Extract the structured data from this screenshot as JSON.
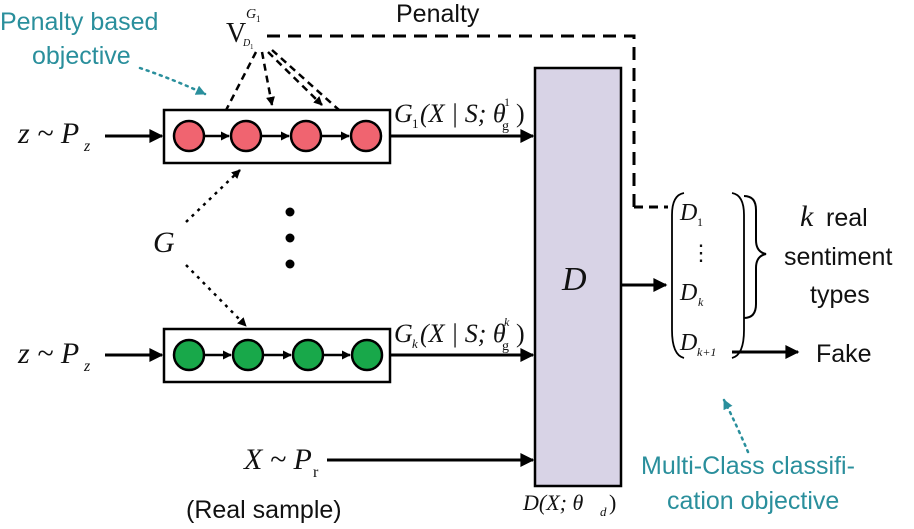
{
  "labels": {
    "penalty_objective_line1": "Penalty based",
    "penalty_objective_line2": "objective",
    "penalty": "Penalty",
    "v_main": "V",
    "v_sup": "G",
    "v_sup_sub": "1",
    "v_sub": "D",
    "v_sub_sub": "1",
    "z_dist_top": "z ~ P",
    "z_dist_top_sub": "z",
    "z_dist_bottom": "z ~ P",
    "z_dist_bottom_sub": "z",
    "g_label": "G",
    "g1_main": "G",
    "g1_main_sub": "1",
    "g1_args": "(X | S; θ",
    "g1_theta_sub": "g",
    "g1_theta_sup": "1",
    "g1_close": ")",
    "gk_main": "G",
    "gk_main_sub": "k",
    "gk_args": "(X | S; θ",
    "gk_theta_sub": "g",
    "gk_theta_sup": "k",
    "gk_close": ")",
    "d_label": "D",
    "d_params_main": "D(X; θ",
    "d_params_sub": "d",
    "d_params_close": ")",
    "x_dist": "X ~ P",
    "x_dist_sub": "r",
    "real_sample": "(Real sample)",
    "vec_d1": "D",
    "vec_d1_sub": "1",
    "vec_dots": "⋮",
    "vec_dk": "D",
    "vec_dk_sub": "k",
    "vec_dk1": "D",
    "vec_dk1_sub": "k+1",
    "k_symbol": "k",
    "real_word": "real",
    "sentiment": "sentiment",
    "types": "types",
    "fake": "Fake",
    "multiclass_line1": "Multi-Class classifi-",
    "multiclass_line2": "cation objective"
  },
  "colors": {
    "teal_text": "#2a8f9c",
    "red_node": "#f06470",
    "green_node": "#18a84a",
    "discriminator_fill": "#d8d3e6"
  }
}
